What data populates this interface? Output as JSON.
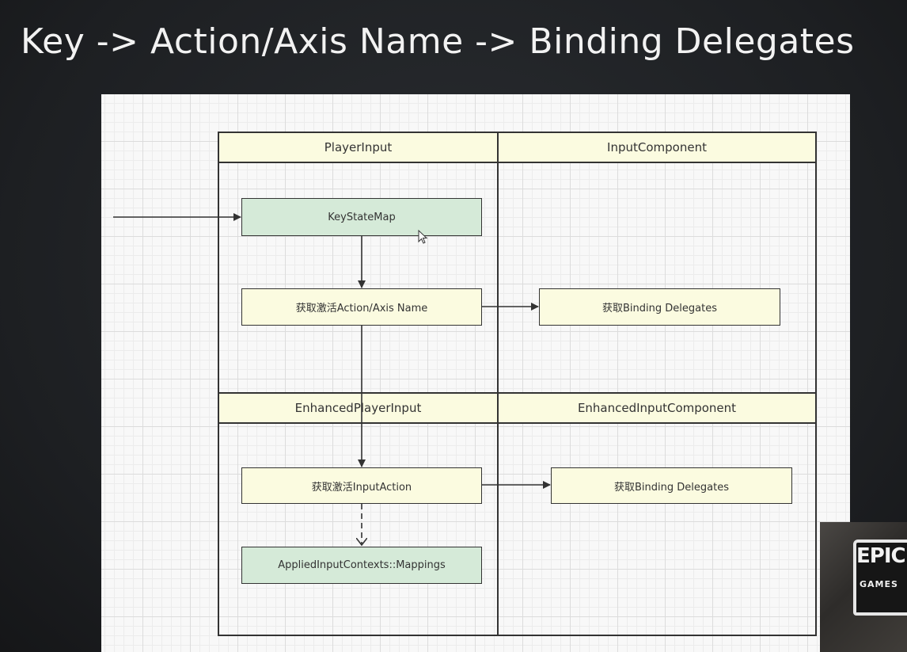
{
  "title": "Key -> Action/Axis Name -> Binding Delegates",
  "lanes": {
    "player_input": "PlayerInput",
    "input_component": "InputComponent",
    "enhanced_player_input": "EnhancedPlayerInput",
    "enhanced_input_component": "EnhancedInputComponent"
  },
  "nodes": {
    "key_state_map": "KeyStateMap",
    "get_active_action_axis": "获取激活Action/Axis Name",
    "get_binding_delegates_1": "获取Binding Delegates",
    "get_active_input_action": "获取激活InputAction",
    "get_binding_delegates_2": "获取Binding Delegates",
    "applied_contexts": "AppliedInputContexts::Mappings"
  },
  "colors": {
    "green_node": "#d5ead8",
    "yellow_node": "#fbfbe0",
    "stroke": "#333333"
  },
  "logo": {
    "word": "EPIC",
    "sub": "GAMES"
  }
}
